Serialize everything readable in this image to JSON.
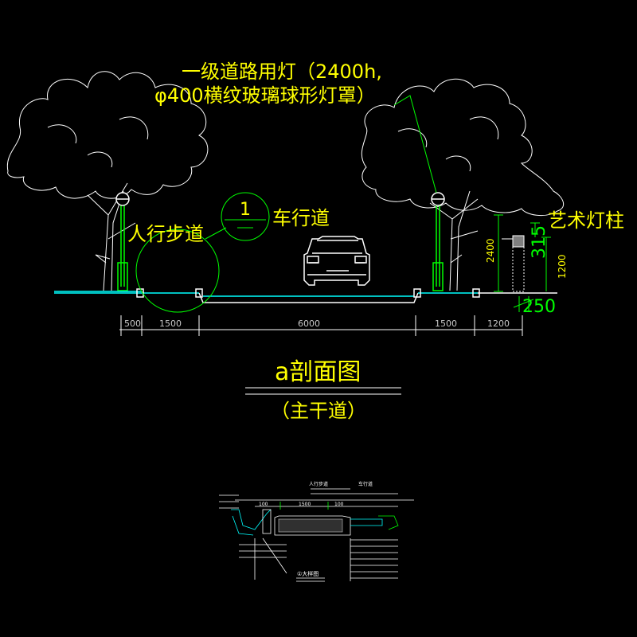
{
  "drawing": {
    "background": "#000000",
    "colors": {
      "yellow": "#ffff00",
      "cyan": "#00ffff",
      "green": "#00ff00",
      "white": "#ffffff",
      "gray": "#a0a0a0",
      "dim_text": "#c8c8c8"
    },
    "callout_lamp_line1": "一级道路用灯（2400h,",
    "callout_lamp_line2": "φ400横纹玻璃球形灯罩）",
    "label_sidewalk": "人行步道",
    "detail_marker_number": "1",
    "label_roadway": "车行道",
    "label_art_lamp_post": "艺术灯柱",
    "dim_lamp_height": "2400",
    "dim_post_height": "1200",
    "dim_post_cap": "315",
    "dim_post_width": "250",
    "bottom_dimensions": [
      "500",
      "1500",
      "6000",
      "1500",
      "1200"
    ],
    "section_title": "a剖面图",
    "section_subtitle": "（主干道）",
    "detail": {
      "title": "①大样图",
      "dim_left": "100",
      "dim_mid": "1500",
      "dim_right": "100",
      "label_sidewalk": "人行步道",
      "label_roadway": "车行道"
    }
  }
}
